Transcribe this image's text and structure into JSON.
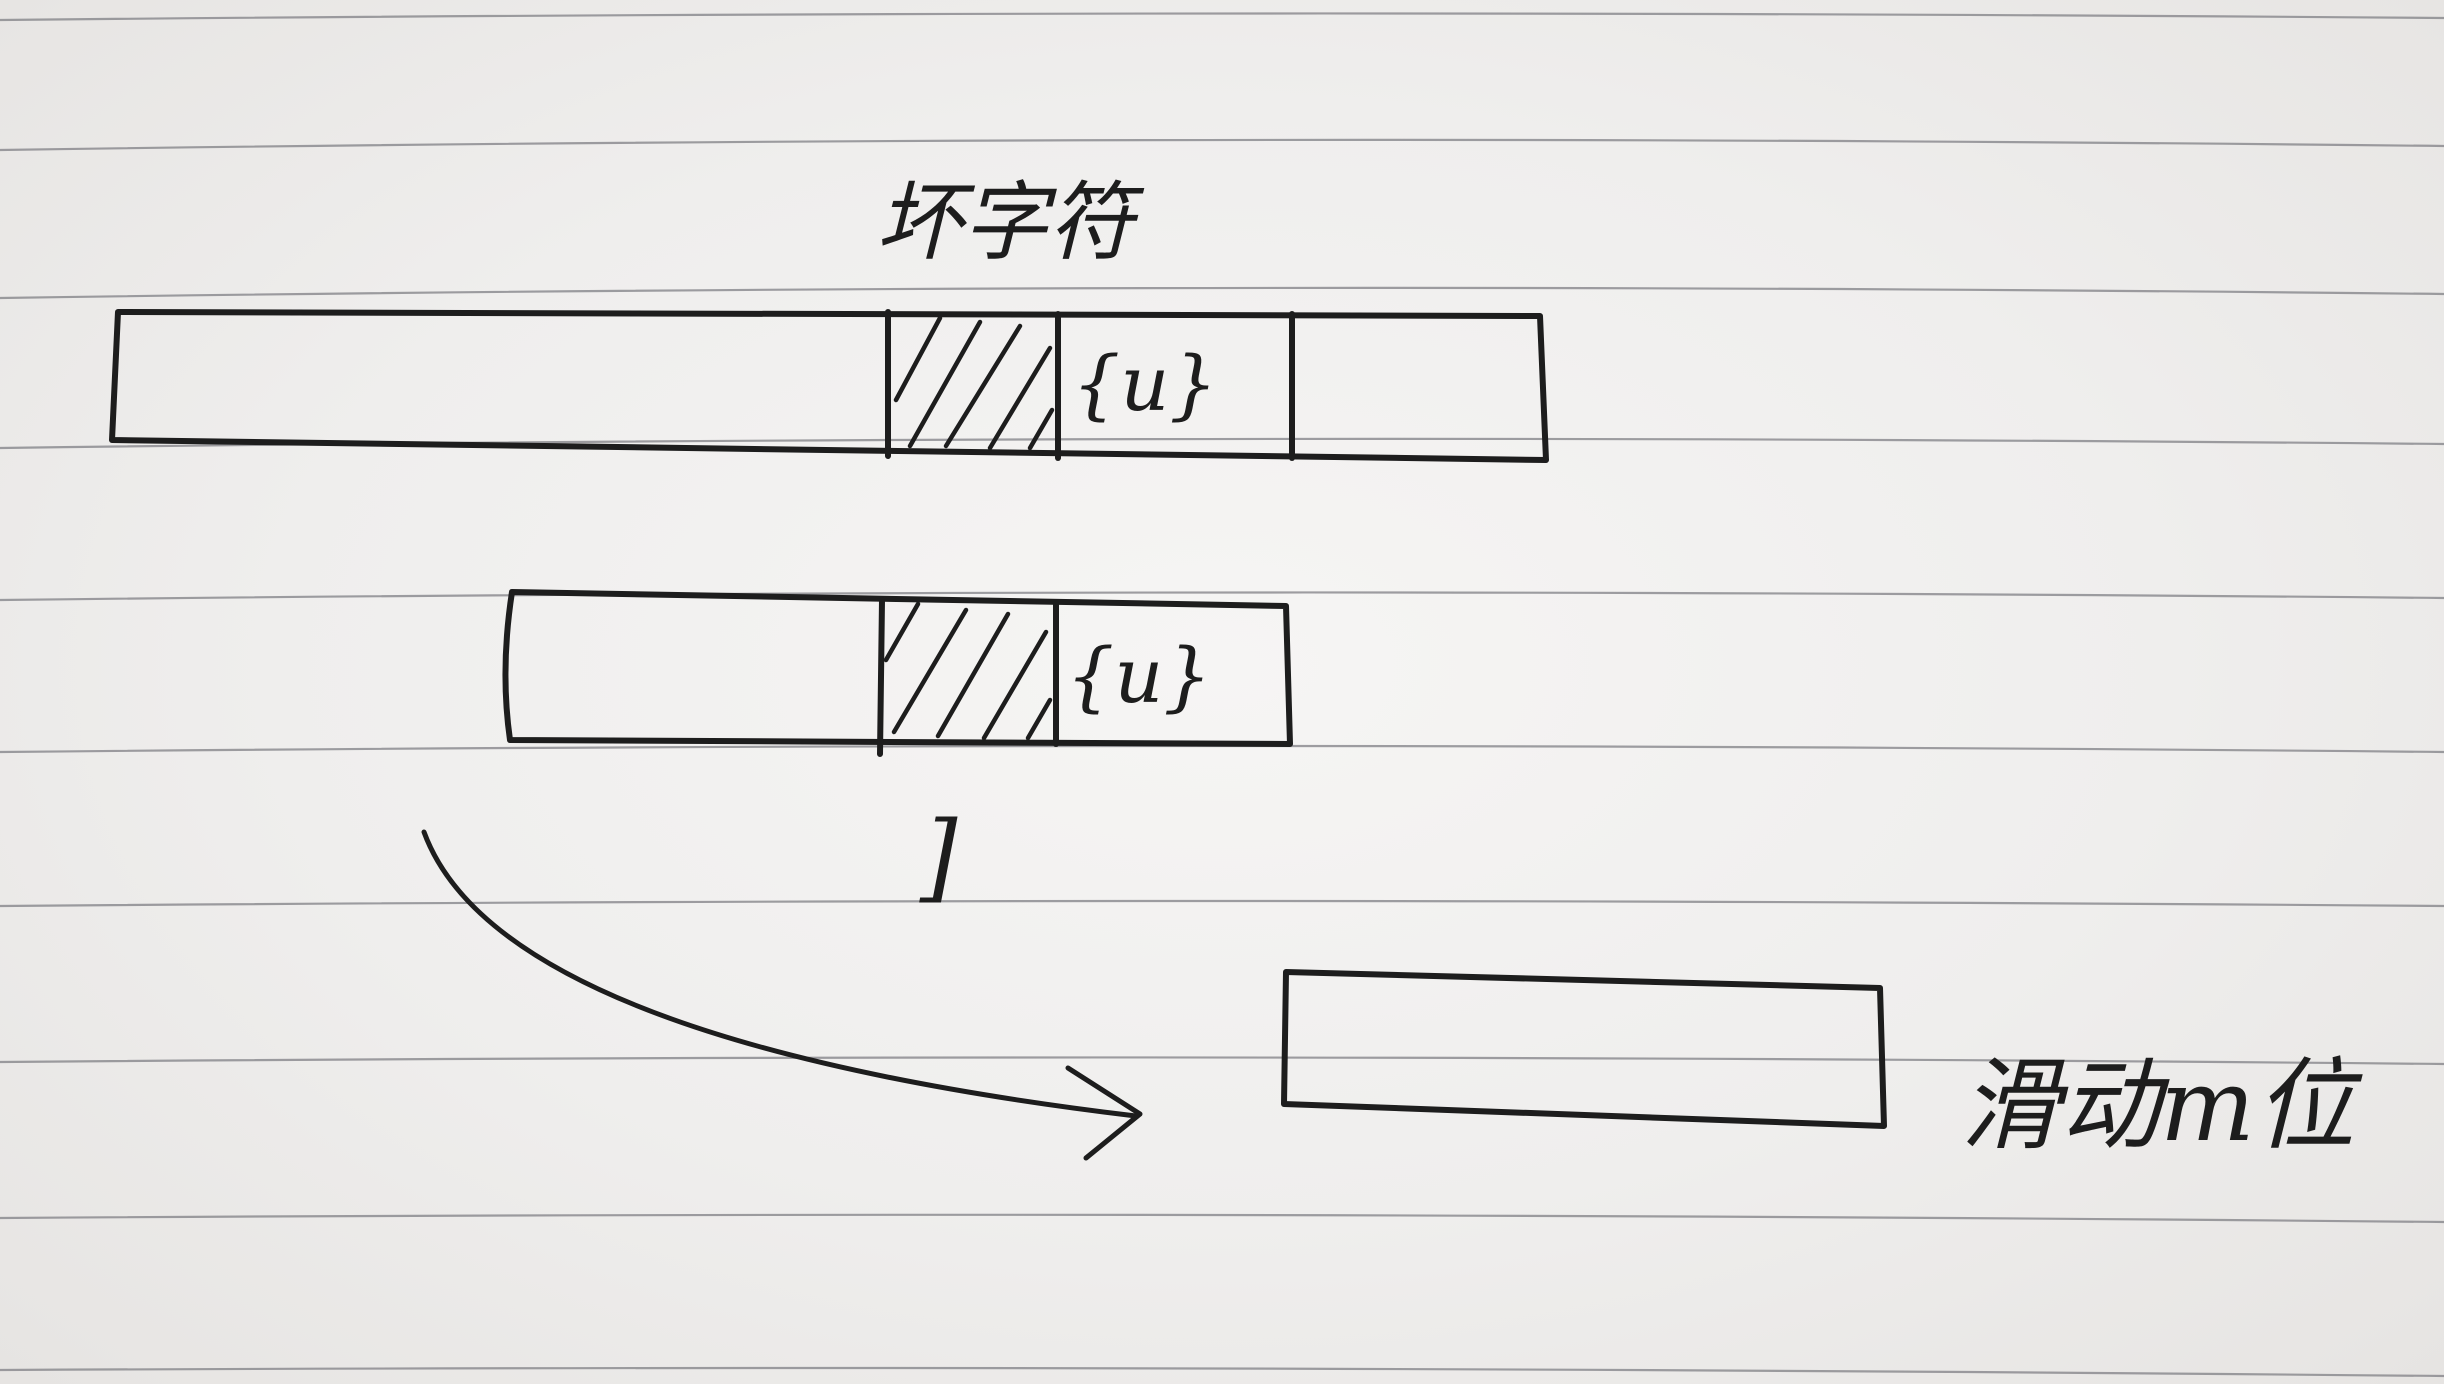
{
  "labels": {
    "bad_char": "坏字符",
    "cell_top": "{u}",
    "cell_mid": "{u}",
    "bracket": "]",
    "slide": "滑动m位"
  },
  "colors": {
    "paper": "#f1f0ef",
    "ink": "#1d1d1d",
    "rule": "#7f7f84"
  }
}
